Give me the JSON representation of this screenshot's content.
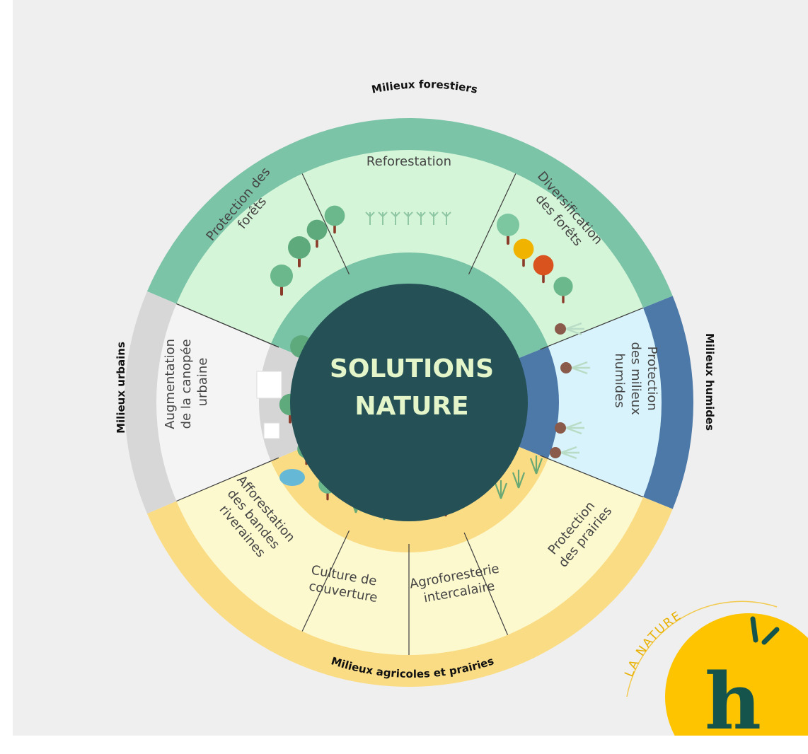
{
  "center": {
    "line1": "SOLUTIONS",
    "line2": "NATURE"
  },
  "categories": {
    "forest": "Milieux forestiers",
    "wetland": "Milieux humides",
    "agri": "Milieux agricoles et prairies",
    "urban": "Milieux urbains"
  },
  "segments": {
    "forest_protection": [
      "Protection des",
      "forêts"
    ],
    "reforestation": [
      "Reforestation"
    ],
    "forest_diversification": [
      "Diversification",
      "des forêts"
    ],
    "wetland_protection": [
      "Protection",
      "des milieux",
      "humides"
    ],
    "grassland_protection": [
      "Protection",
      "des prairies"
    ],
    "agroforestry": [
      "Agroforesterie",
      "intercalaire"
    ],
    "cover_crops": [
      "Culture de",
      "couverture"
    ],
    "riparian": [
      "Afforestation",
      "des bandes",
      "riveraines"
    ],
    "urban_canopy": [
      "Augmentation",
      "de la canopée",
      "urbaine"
    ]
  },
  "logo": {
    "arc_text": "LA NATURE",
    "letter": "h"
  },
  "colors": {
    "forest_ring": "#7cc4a8",
    "forest_fill": "#d5f5d8",
    "wetland_ring": "#4d79a8",
    "wetland_fill": "#d8f3fb",
    "agri_ring": "#fadc85",
    "agri_fill": "#fdf9cf",
    "urban_ring": "#d7d7d7",
    "urban_fill": "#f4f4f4",
    "center": "#255156",
    "logo_yellow": "#ffc400",
    "logo_green": "#15534d"
  }
}
